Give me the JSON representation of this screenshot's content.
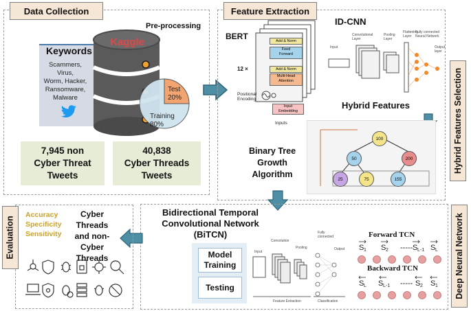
{
  "sections": {
    "data_collection": "Data Collection",
    "feature_extraction": "Feature Extraction",
    "hybrid_features_selection": "Hybrid Features Selection",
    "deep_neural_network": "Deep Neural Network",
    "evaluation": "Evaluation"
  },
  "preprocessing": "Pre-processing",
  "keywords": {
    "title": "Keywords",
    "list": "Scammers,\nVirus,\nWorm, Hacker,\nRansomware,\nMalware"
  },
  "kaggle": "Kaggle",
  "split": {
    "test": "Test\n20%",
    "training": "Training\n80%"
  },
  "tweets": {
    "non_cyber": "7,945 non\nCyber Threat\nTweets",
    "cyber": "40,838\nCyber Threads\nTweets"
  },
  "bert": {
    "title": "BERT",
    "add_norm": "Add & Norm",
    "feed_forward": "Feed\nForward",
    "multi_head": "Multi-Head\nAttention",
    "layers": "12 ×",
    "positional": "Positional\nEncoding",
    "input_embedding": "Input\nEmbedding",
    "inputs": "Inputs"
  },
  "idcnn": {
    "title": "ID-CNN",
    "input": "Input",
    "conv": "Convolutional\nLayer",
    "pool": "Pooling\nLayer",
    "flatten": "Flattening\nLayer",
    "fc": "Fully connected\nNeural Network",
    "output": "Output\nlayer"
  },
  "hybrid_features": "Hybrid Features",
  "binary_tree": {
    "label": "Binary Tree\nGrowth\nAlgorithm",
    "nodes": [
      "100",
      "50",
      "200",
      "25",
      "75",
      "155"
    ]
  },
  "bitcn": {
    "title": "Bidirectional Temporal\nConvolutional Network\n(BiTCN)",
    "model_training": "Model\nTraining",
    "testing": "Testing",
    "diagram": {
      "input": "Input",
      "convolution": "Convolution",
      "pooling": "Pooling",
      "fully_connected": "Fully\nconnected",
      "output": "Output",
      "feature_extraction": "Feature Extraction",
      "classification": "Classification"
    },
    "forward": "Forward TCN",
    "backward": "Backward TCN"
  },
  "evaluation": {
    "metrics": [
      "Accuracy",
      "Specificity",
      "Sensitivity"
    ],
    "result": "Cyber Threads\nand non-Cyber\nThreads"
  },
  "colors": {
    "tag_bg": "#f5e6d5",
    "green_box": "#e6ecd6",
    "arrow": "#4f8fa6",
    "metric_text": "#c9a227",
    "node_fill": "#e6a0a0",
    "cylinder": "#5a5a5a"
  }
}
